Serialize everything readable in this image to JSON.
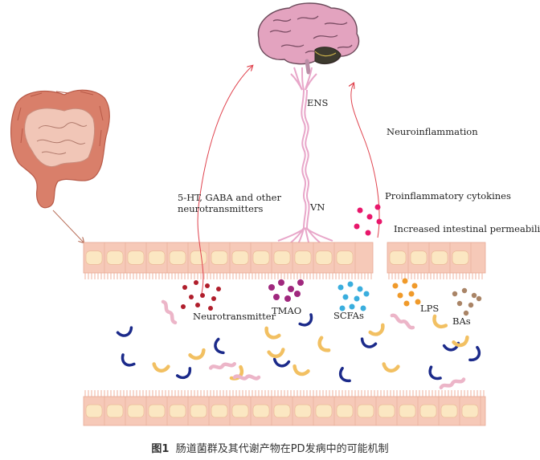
{
  "labels": {
    "ens": "ENS",
    "vn": "VN",
    "neuroinflammation": "Neuroinflammation",
    "neurotransmitters_line1": "5-HT, GABA and other",
    "neurotransmitters_line2": "neurotransmitters",
    "proinflammatory_cytokines": "Proinflammatory cytokines",
    "increased_permeability": "Increased intestinal permeability",
    "neurotransmitter": "Neurotransmitter",
    "tmao": "TMAO",
    "scfas": "SCFAs",
    "lps": "LPS",
    "bas": "BAs"
  },
  "caption": {
    "figure_number": "图1",
    "text": "肠道菌群及其代谢产物在PD发病中的可能机制"
  },
  "colors": {
    "epithelium_fill": "#f6c9b8",
    "epithelium_cell": "#fbe7c2",
    "arrow_red": "#e0434e",
    "neurotransmitter_dots": "#b01e2c",
    "tmao_dots": "#a0287e",
    "scfa_dots": "#3aaede",
    "lps_dots": "#f09a2a",
    "ba_dots": "#a98466",
    "cytokine_dots": "#e8176b",
    "bacteria_blue": "#1b2a8a",
    "bacteria_yellow": "#f2c062",
    "bacteria_pink": "#ecb5c8",
    "nerve": "#e8a6c9"
  }
}
